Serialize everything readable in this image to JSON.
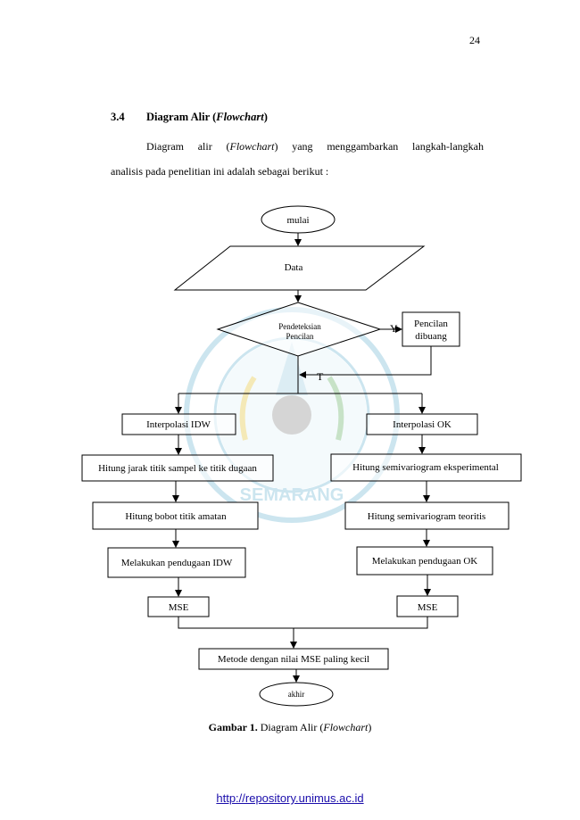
{
  "page": {
    "number": "24"
  },
  "section": {
    "number": "3.4",
    "title_prefix": "Diagram Alir (",
    "title_italic": "Flowchart",
    "title_suffix": ")"
  },
  "paragraph": {
    "line1_a": "Diagram alir (",
    "line1_italic": "Flowchart",
    "line1_b": ") yang menggambarkan langkah-langkah",
    "line2": "analisis pada penelitian ini adalah sebagai berikut :"
  },
  "flowchart": {
    "start": "mulai",
    "data": "Data",
    "decision_line1": "Pendeteksian",
    "decision_line2": "Pencilan",
    "yes_label": "Y",
    "no_label": "T",
    "outlier_line1": "Pencilan",
    "outlier_line2": "dibuang",
    "idw": {
      "step1": "Interpolasi IDW",
      "step2": "Hitung jarak titik sampel ke titik dugaan",
      "step3": "Hitung bobot titik amatan",
      "step4": "Melakukan pendugaan IDW",
      "step5": "MSE"
    },
    "ok": {
      "step1": "Interpolasi OK",
      "step2": "Hitung semivariogram eksperimental",
      "step3": "Hitung semivariogram teoritis",
      "step4": "Melakukan pendugaan OK",
      "step5": "MSE"
    },
    "final": "Metode dengan nilai MSE paling kecil",
    "end": "akhir"
  },
  "caption": {
    "label": "Gambar 1.",
    "text_a": " Diagram Alir (",
    "text_italic": "Flowchart",
    "text_b": ")"
  },
  "footer": {
    "link": "http://repository.unimus.ac.id"
  },
  "watermark": {
    "text": "SEMARANG"
  }
}
